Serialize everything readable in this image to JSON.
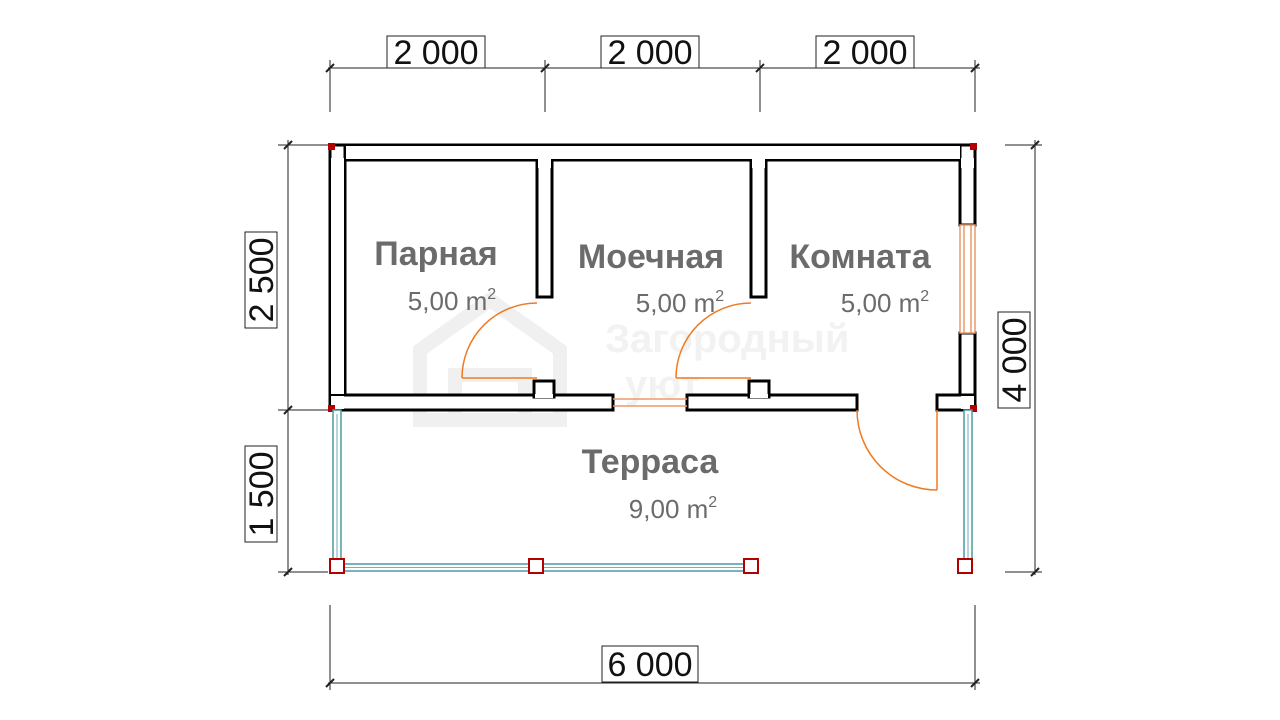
{
  "dimensions": {
    "top": [
      "2 000",
      "2 000",
      "2 000"
    ],
    "bottom": "6 000",
    "left_upper": "2 500",
    "left_lower": "1 500",
    "right": "4 000"
  },
  "rooms": [
    {
      "name": "Парная",
      "area": "5,00 m",
      "unit_sup": "2"
    },
    {
      "name": "Моечная",
      "area": "5,00 m",
      "unit_sup": "2"
    },
    {
      "name": "Комната",
      "area": "5,00 m",
      "unit_sup": "2"
    },
    {
      "name": "Терраса",
      "area": "9,00 m",
      "unit_sup": "2"
    }
  ],
  "watermark": {
    "line1": "Загородный",
    "line2": "уют"
  },
  "colors": {
    "wall": "#000000",
    "wall_fill": "#ffffff",
    "door_swing": "#f07a20",
    "window": "#4a9aa0",
    "post": "#b30000",
    "dimension_line": "#222222",
    "room_text": "#6b6b6b"
  }
}
